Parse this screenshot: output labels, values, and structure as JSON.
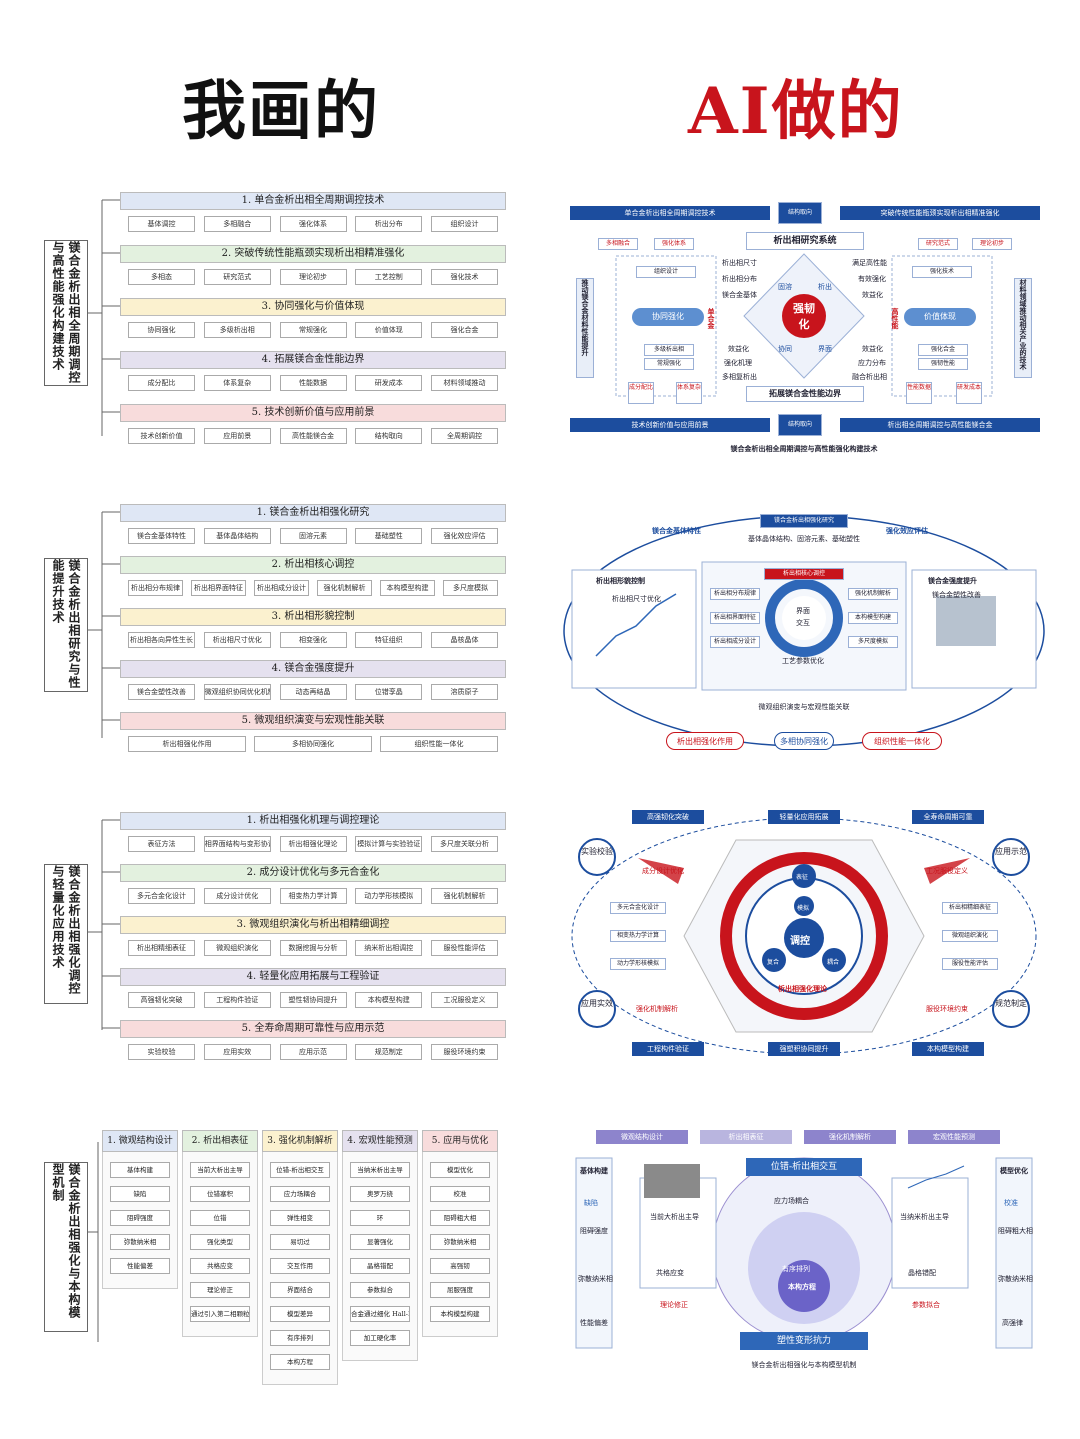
{
  "headline": {
    "left": "我画的",
    "right": "AI做的"
  },
  "trees": [
    {
      "root": "镁合金析出相全周期调控与高性能强化构建技术",
      "sections": [
        {
          "title": "1. 单合金析出相全周期调控技术",
          "subs": [
            "基体调控",
            "多相融合",
            "强化体系",
            "析出分布",
            "组织设计"
          ]
        },
        {
          "title": "2. 突破传统性能瓶颈实现析出相精准强化",
          "subs": [
            "多相态",
            "研究范式",
            "理论初步",
            "工艺控制",
            "强化技术"
          ]
        },
        {
          "title": "3. 协同强化与价值体现",
          "subs": [
            "协同强化",
            "多级析出相",
            "常规强化",
            "价值体现",
            "强化合金"
          ]
        },
        {
          "title": "4. 拓展镁合金性能边界",
          "subs": [
            "成分配比",
            "体系复杂",
            "性能数据",
            "研发成本",
            "材料领域推动"
          ]
        },
        {
          "title": "5. 技术创新价值与应用前景",
          "subs": [
            "技术创新价值",
            "应用前景",
            "高性能镁合金",
            "结构取向",
            "全周期调控"
          ]
        }
      ]
    },
    {
      "root": "镁合金析出相研究与性能提升技术",
      "sections": [
        {
          "title": "1. 镁合金析出相强化研究",
          "subs": [
            "镁合金基体特性",
            "基体晶体结构",
            "固溶元素",
            "基础塑性",
            "强化效应评估"
          ]
        },
        {
          "title": "2. 析出相核心调控",
          "subs": [
            "析出相分布规律",
            "析出相界面特征",
            "析出相成分设计",
            "强化机制解析",
            "本构模型构建",
            "多尺度模拟"
          ]
        },
        {
          "title": "3. 析出相形貌控制",
          "subs": [
            "析出相各向异性生长",
            "析出相尺寸优化",
            "相变强化",
            "特征组织",
            "晶核晶体"
          ]
        },
        {
          "title": "4. 镁合金强度提升",
          "subs": [
            "镁合金塑性改善",
            "微观组织协同优化机制",
            "动态再结晶",
            "位错孪晶",
            "溶质原子"
          ]
        },
        {
          "title": "5. 微观组织演变与宏观性能关联",
          "subs": [
            "析出相强化作用",
            "多相协同强化",
            "组织性能一体化"
          ]
        }
      ]
    },
    {
      "root": "镁合金析出相强化调控与轻量化应用技术",
      "sections": [
        {
          "title": "1. 析出相强化机理与调控理论",
          "subs": [
            "表征方法",
            "相界面结构与变形协调",
            "析出相强化理论",
            "模拟计算与实验验证",
            "多尺度关联分析"
          ]
        },
        {
          "title": "2. 成分设计优化与多元合金化",
          "subs": [
            "多元合金化设计",
            "成分设计优化",
            "相变热力学计算",
            "动力学形核模拟",
            "强化机制解析"
          ]
        },
        {
          "title": "3. 微观组织演化与析出相精细调控",
          "subs": [
            "析出相精细表征",
            "微观组织演化",
            "数据挖掘与分析",
            "纳米析出相调控",
            "服役性能评估"
          ]
        },
        {
          "title": "4. 轻量化应用拓展与工程验证",
          "subs": [
            "高强韧化突破",
            "工程构件验证",
            "塑性韧协同提升",
            "本构模型构建",
            "工况服役定义"
          ]
        },
        {
          "title": "5. 全寿命周期可靠性与应用示范",
          "subs": [
            "实验校验",
            "应用实效",
            "应用示范",
            "规范制定",
            "服役环境约束"
          ]
        }
      ]
    },
    {
      "root": "镁合金析出相强化与本构模型机制",
      "columns": [
        {
          "title": "1. 微观结构设计",
          "items": [
            "基体构建",
            "缺陷",
            "阻碍强度",
            "弥散纳米相",
            "性能偏差"
          ]
        },
        {
          "title": "2. 析出相表征",
          "items": [
            "当前大析出主导",
            "位错塞积",
            "位错",
            "强化类型",
            "共格应变",
            "理论修正",
            "通过引入第二相颗粒强化"
          ]
        },
        {
          "title": "3. 强化机制解析",
          "items": [
            "位错-析出相交互",
            "应力场耦合",
            "弹性相变",
            "易切过",
            "交互作用",
            "界面结合",
            "模型差异",
            "有序排列",
            "本构方程"
          ]
        },
        {
          "title": "4. 宏观性能预测",
          "items": [
            "当纳米析出主导",
            "奥罗万绕",
            "环",
            "显著强化",
            "晶格错配",
            "参数拟合",
            "合金通过细化 Hall-Petch",
            "加工硬化率"
          ]
        },
        {
          "title": "5. 应用与优化",
          "items": [
            "模型优化",
            "校准",
            "阻碍粗大相",
            "弥散纳米相",
            "高强韧",
            "屈服强度",
            "本构模型构建"
          ]
        }
      ]
    }
  ],
  "panels": {
    "p1": {
      "top_left": "单合金析出相全周期调控技术",
      "top_mid": "结构取向",
      "top_right": "突破传统性能瓶颈实现析出相精准强化",
      "center_title": "析出相研究系统",
      "core": "强韧化",
      "left_vertical": "推动镁合金材料性能提升",
      "right_vertical": "材料领域推动相关产业的技术",
      "left_node": "协同强化",
      "right_node": "价值体现",
      "left_boxes": [
        "组织设计",
        "多级析出相",
        "常规强化"
      ],
      "right_boxes": [
        "强化技术",
        "强化合金",
        "强韧性能"
      ],
      "mid_left": [
        "析出相尺寸",
        "析出相分布",
        "镁合金基体",
        "效益化",
        "强化机理",
        "多相复析出"
      ],
      "mid_right": [
        "满足高性能",
        "有效强化",
        "效益化",
        "效益化",
        "应力分布",
        "融合析出相"
      ],
      "diamond_labels": [
        "固溶",
        "析出",
        "协同",
        "界面"
      ],
      "side_red_left": "单合金",
      "side_red_right": "高性能",
      "bottom_center": "拓展镁合金性能边界",
      "bottom_left": "技术创新价值与应用前景",
      "bottom_mid": "结构取向",
      "bottom_right": "析出相全周期调控与高性能镁合金",
      "small_red": [
        "多相融合",
        "强化体系",
        "研究范式",
        "理论初步",
        "成分配比",
        "体系复杂",
        "性能数据",
        "研发成本"
      ],
      "caption": "镁合金析出相全周期调控与高性能强化构建技术"
    },
    "p2": {
      "top": "镁合金析出相强化研究",
      "top_sub": "基体晶体结构、固溶元素、基础塑性",
      "arc_left": "镁合金基体特性",
      "arc_right": "强化效应评估",
      "left_title": "析出相形貌控制",
      "left_chart": "析出相尺寸优化",
      "center_title": "析出相核心调控",
      "center_boxes_left": [
        "析出相分布规律",
        "析出相界面特征",
        "析出相成分设计"
      ],
      "center_boxes_right": [
        "强化机制解析",
        "本构模型构建",
        "多尺度模拟"
      ],
      "ring": [
        "界面",
        "交互"
      ],
      "ring_bottom": "工艺参数优化",
      "right_title": "镁合金强度提升",
      "right_sub": "镁合金塑性改善",
      "bottom_label": "微观组织演变与宏观性能关联",
      "bottom_pills": [
        "析出相强化作用",
        "多相协同强化",
        "组织性能一体化"
      ]
    },
    "p3": {
      "top_boxes": [
        "高强韧化突破",
        "轻量化应用拓展",
        "全寿命周期可靠"
      ],
      "circles": [
        "实验校验",
        "应用示范",
        "应用实效",
        "规范制定"
      ],
      "arrows": [
        "成分设计优化",
        "工况服役定义",
        "强化机制解析",
        "服役环境约束"
      ],
      "left_boxes": [
        "多元合金化设计",
        "相变热力学计算",
        "动力学形核模拟"
      ],
      "right_boxes": [
        "析出相精细表征",
        "微观组织演化",
        "服役性能评估"
      ],
      "core": "调控",
      "inner": [
        "表征",
        "模拟",
        "复合",
        "耦合"
      ],
      "ring_label": "析出相强化理论",
      "bottom_boxes": [
        "工程构件验证",
        "强塑积协同提升",
        "本构模型构建"
      ]
    },
    "p4": {
      "tabs": [
        "微观结构设计",
        "析出相表征",
        "强化机制解析",
        "宏观性能预测"
      ],
      "top_center": "位错-析出相交互",
      "left_col_title": "基体构建",
      "left_col": [
        "缺陷",
        "阻碍强度",
        "弥散纳米相",
        "性能偏差"
      ],
      "right_col_title": "模型优化",
      "right_col": [
        "校准",
        "阻碍粗大相",
        "弥散纳米相",
        "高强律"
      ],
      "left_label": "当前大析出主导",
      "right_label": "当纳米析出主导",
      "center": "应力场耦合",
      "core": "本构方程",
      "orbit": "有序排列",
      "left_sub": "共格应变",
      "right_sub": "晶格错配",
      "left_red": "理论修正",
      "right_red": "参数拟合",
      "bottom": "塑性变形抗力",
      "caption": "镁合金析出相强化与本构模型机制"
    }
  }
}
